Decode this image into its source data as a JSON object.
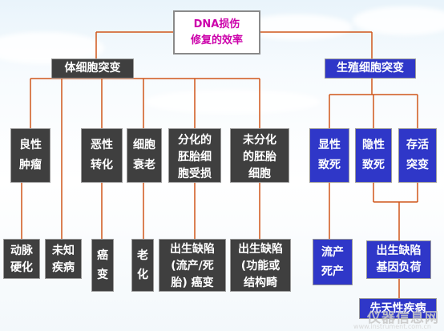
{
  "colors": {
    "line": "#d0561a",
    "dark_box": "#3f3f3f",
    "blue_box": "#2f37c8",
    "title_text": "#cc00aa"
  },
  "title": {
    "line1": "DNA损伤",
    "line2": "修复的效率"
  },
  "somatic": {
    "label": "体细胞突变"
  },
  "germline": {
    "label": "生殖细胞突变"
  },
  "somatic_children": [
    {
      "l1": "良性",
      "l2": "肿瘤"
    },
    {
      "l1": "恶性",
      "l2": "转化"
    },
    {
      "l1": "细胞",
      "l2": "衰老"
    },
    {
      "l1": "分化的",
      "l2": "胚胎细",
      "l3": "胞受损"
    },
    {
      "l1": "未分化",
      "l2": "的胚胎",
      "l3": "细胞"
    }
  ],
  "germline_children": [
    {
      "l1": "显性",
      "l2": "致死"
    },
    {
      "l1": "隐性",
      "l2": "致死"
    },
    {
      "l1": "存活",
      "l2": "突变"
    }
  ],
  "outcomes": [
    {
      "l1": "动脉",
      "l2": "硬化"
    },
    {
      "l1": "未知",
      "l2": "疾病"
    },
    {
      "l1": "癌",
      "l2": "变"
    },
    {
      "l1": "老",
      "l2": "化"
    },
    {
      "l1": "出生缺陷",
      "l2": "(流产/死",
      "l3": "胎) 癌变"
    },
    {
      "l1": "出生缺陷",
      "l2": "(功能或",
      "l3": "结构畸"
    },
    {
      "l1": "流产",
      "l2": "死产"
    },
    {
      "l1": "出生缺陷",
      "l2": "基因负荷"
    },
    {
      "l1": "先天性疾病"
    }
  ],
  "watermark": {
    "brand": "仪器信息网",
    "url": "www.instrument.com.cn"
  }
}
